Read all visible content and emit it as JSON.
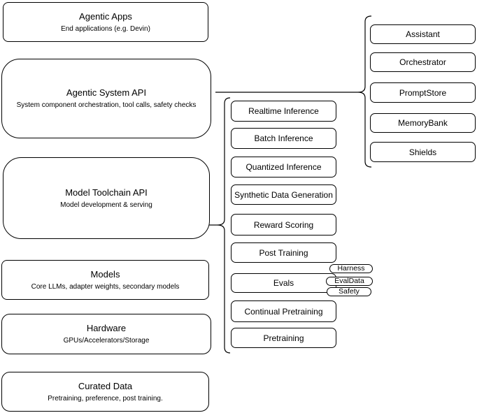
{
  "diagram": {
    "layers": [
      {
        "title": "Agentic Apps",
        "subtitle": "End applications (e.g. Devin)"
      },
      {
        "title": "Agentic System API",
        "subtitle": "System component orchestration, tool calls, safety checks"
      },
      {
        "title": "Model Toolchain API",
        "subtitle": "Model development & serving"
      },
      {
        "title": "Models",
        "subtitle": "Core LLMs, adapter weights, secondary models"
      },
      {
        "title": "Hardware",
        "subtitle": "GPUs/Accelerators/Storage"
      },
      {
        "title": "Curated Data",
        "subtitle": "Pretraining, preference, post training."
      }
    ],
    "toolchain_services": [
      "Realtime Inference",
      "Batch Inference",
      "Quantized Inference",
      "Synthetic Data Generation",
      "Reward Scoring",
      "Post Training",
      "Evals",
      "Continual Pretraining",
      "Pretraining"
    ],
    "evals_components": [
      "Harness",
      "EvalData",
      "Safety"
    ],
    "system_components": [
      "Assistant",
      "Orchestrator",
      "PromptStore",
      "MemoryBank",
      "Shields"
    ],
    "colors": {
      "stroke": "#000000",
      "fill": "#ffffff",
      "text": "#000000",
      "background": "#ffffff"
    }
  }
}
